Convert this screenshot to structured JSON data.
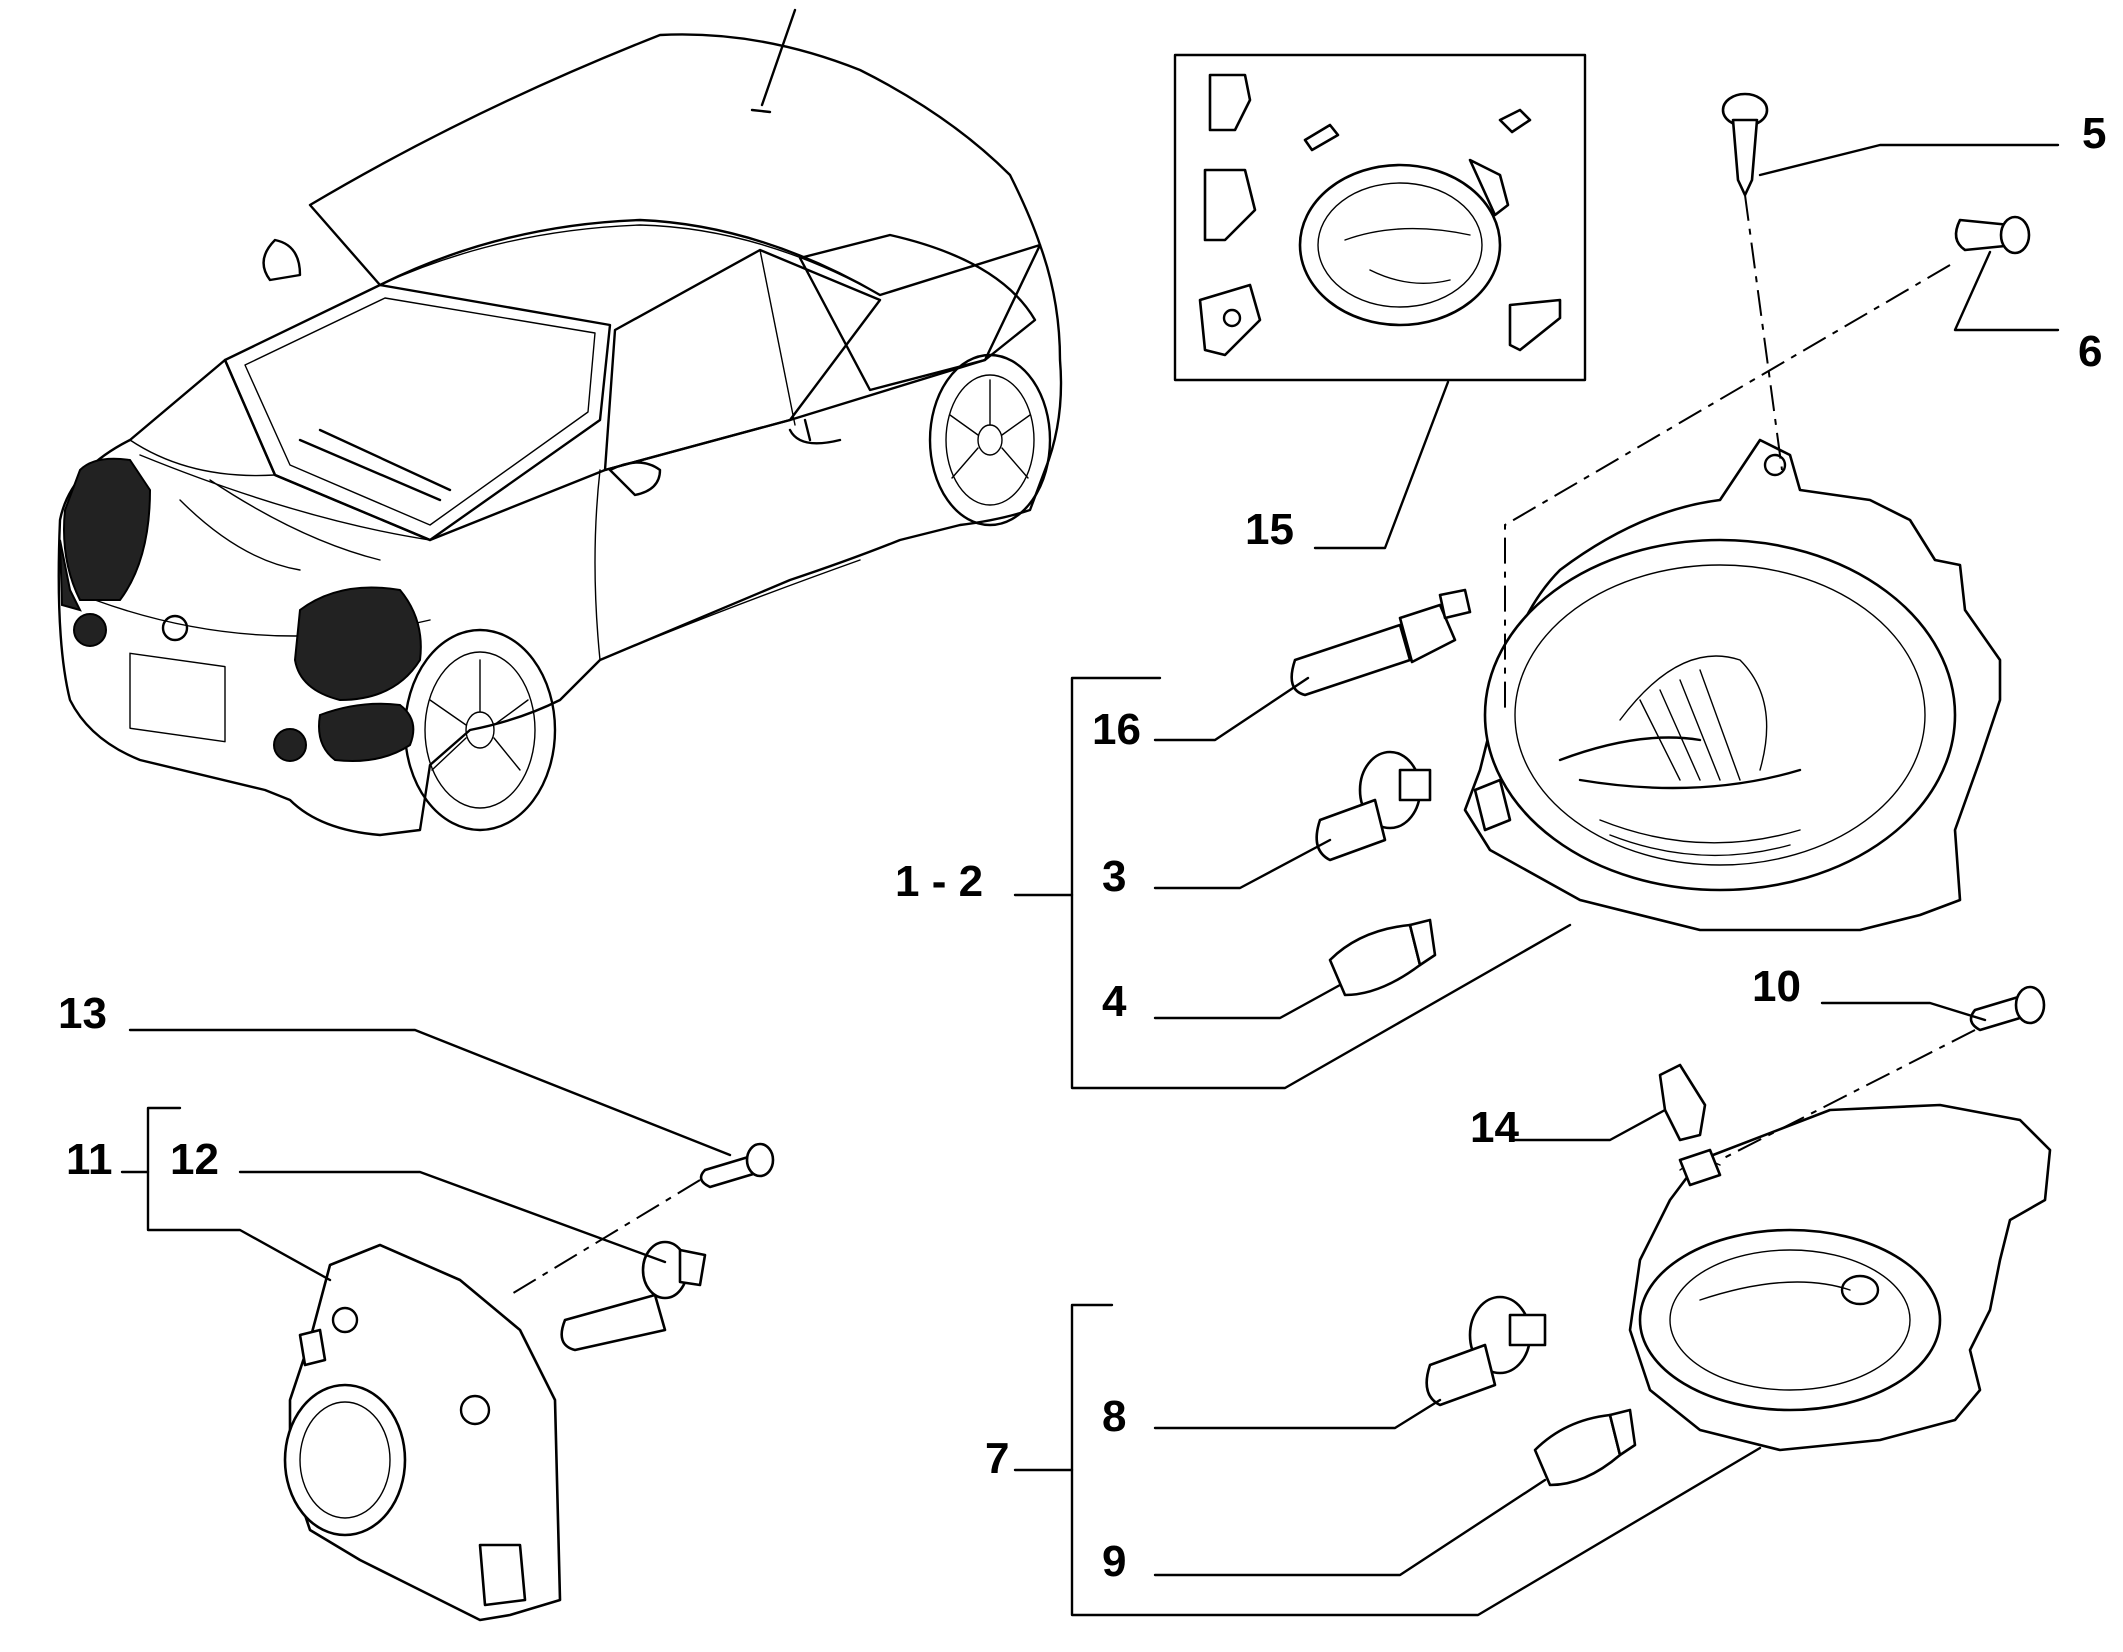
{
  "diagram": {
    "labels": {
      "l1_2": "1 - 2",
      "l3": "3",
      "l4": "4",
      "l5": "5",
      "l6": "6",
      "l7": "7",
      "l8": "8",
      "l9": "9",
      "l10": "10",
      "l11": "11",
      "l12": "12",
      "l13": "13",
      "l14": "14",
      "l15": "15",
      "l16": "16"
    }
  }
}
